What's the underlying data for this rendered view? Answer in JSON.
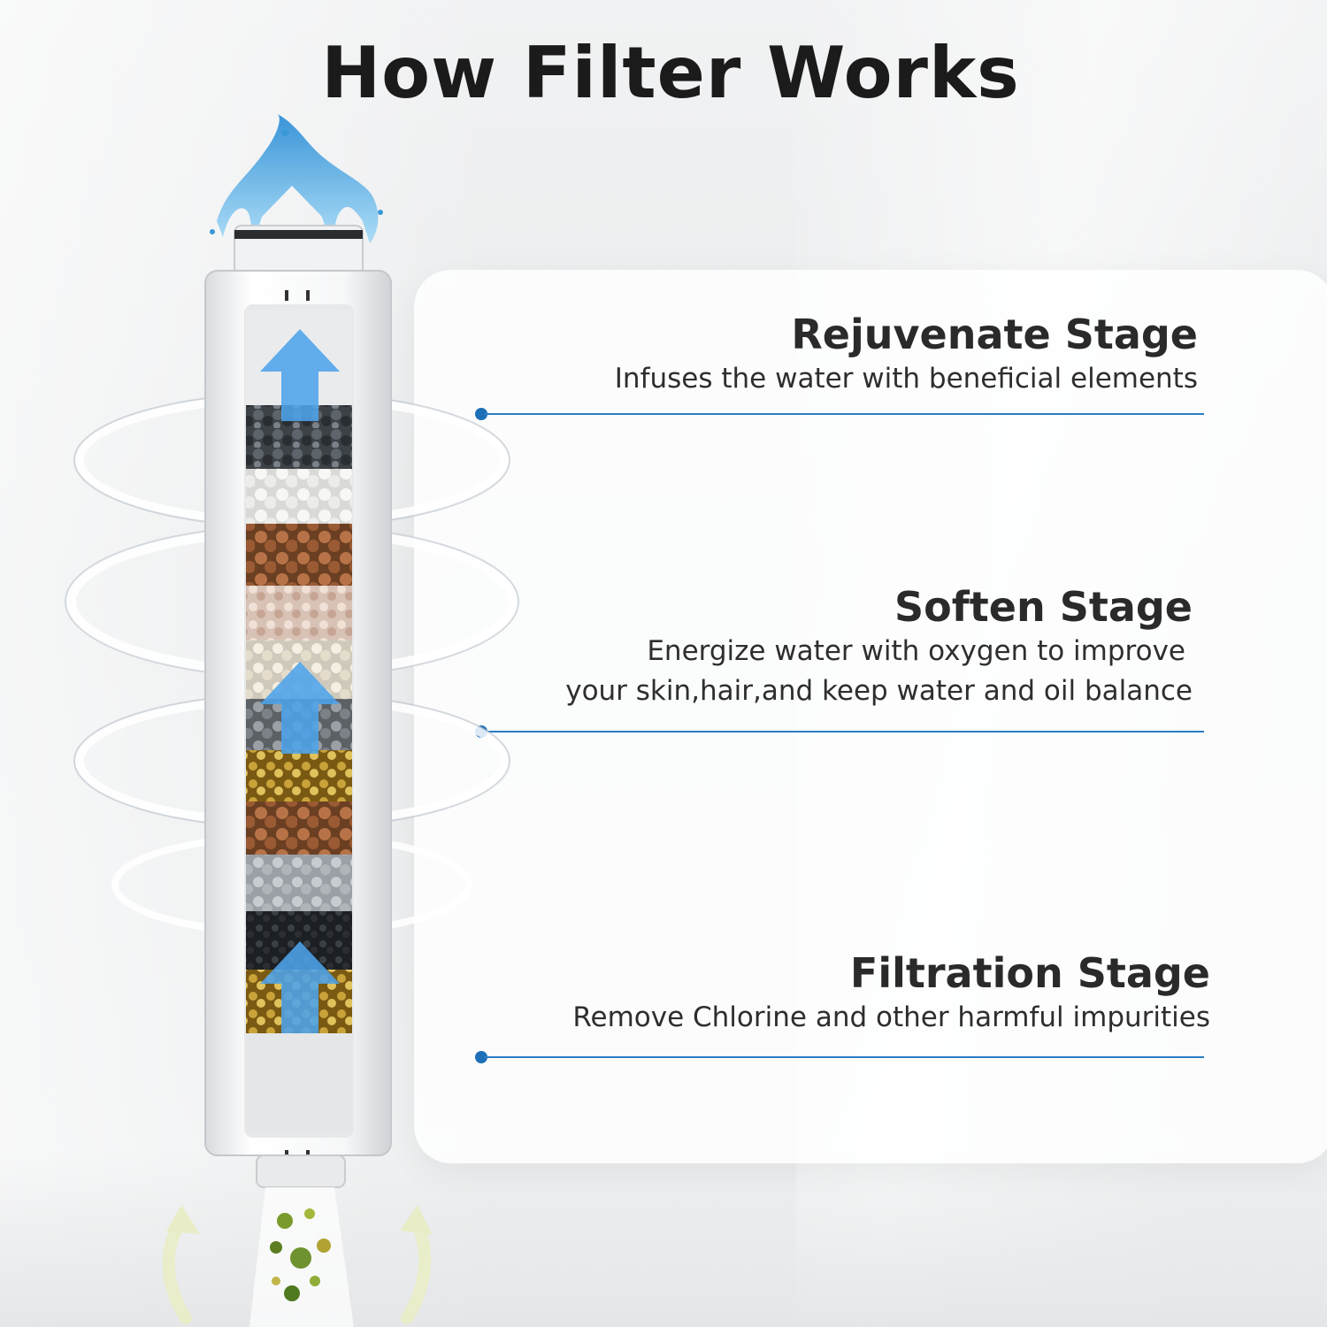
{
  "title": "How Filter Works",
  "colors": {
    "accent": "#1d6fb8",
    "arrow": "#4da3ea",
    "water": "#7cc3f2"
  },
  "stages": [
    {
      "title": "Rejuvenate Stage",
      "description": "Infuses the water with beneficial elements"
    },
    {
      "title": "Soften Stage",
      "description_lines": [
        "Energize water with oxygen to improve",
        "your skin,hair,and keep water and oil balance"
      ]
    },
    {
      "title": "Filtration Stage",
      "description": "Remove Chlorine and other harmful impurities"
    }
  ],
  "illustration": {
    "icons": [
      "water-splash-icon",
      "flow-arrow-icon",
      "impurity-particle-icon",
      "curved-arrow-icon"
    ]
  }
}
